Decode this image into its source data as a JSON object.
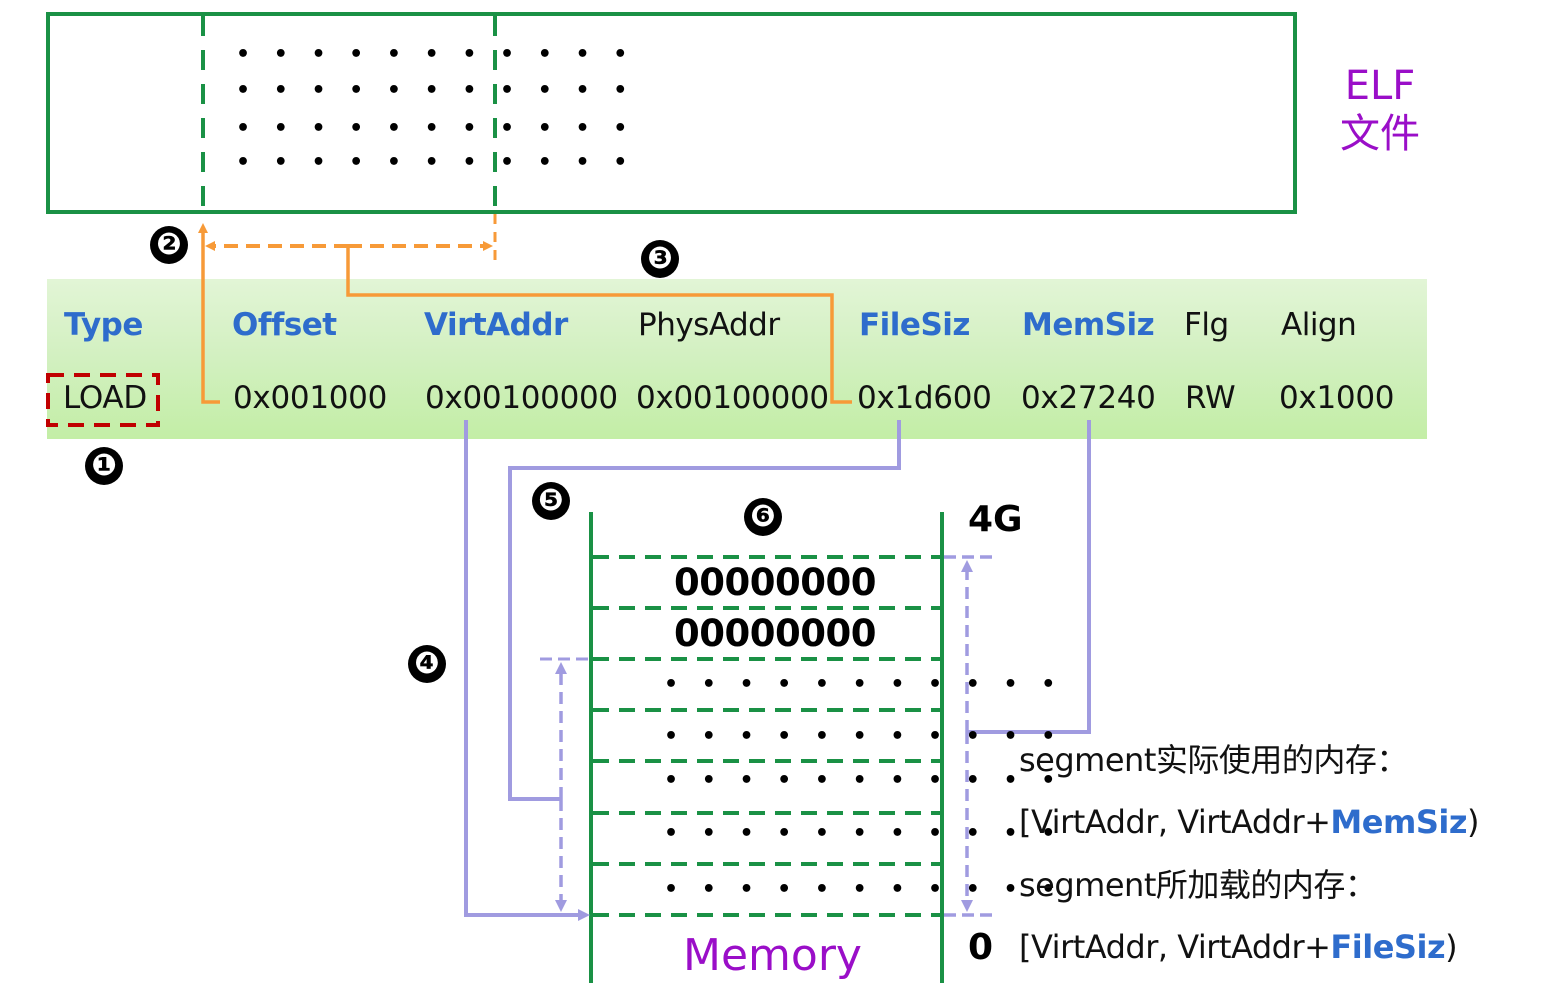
{
  "elf_file": {
    "label_line1": "ELF",
    "label_line2": "文件",
    "dots": "• • • • • • • • • • •"
  },
  "program_header": {
    "columns": [
      {
        "key": "type",
        "label": "Type",
        "highlighted": true
      },
      {
        "key": "offset",
        "label": "Offset",
        "highlighted": true
      },
      {
        "key": "virtaddr",
        "label": "VirtAddr",
        "highlighted": true
      },
      {
        "key": "physaddr",
        "label": "PhysAddr",
        "highlighted": false
      },
      {
        "key": "filesiz",
        "label": "FileSiz",
        "highlighted": true
      },
      {
        "key": "memsiz",
        "label": "MemSiz",
        "highlighted": true
      },
      {
        "key": "flg",
        "label": "Flg",
        "highlighted": false
      },
      {
        "key": "align",
        "label": "Align",
        "highlighted": false
      }
    ],
    "row": {
      "type": "LOAD",
      "offset": "0x001000",
      "virtaddr": "0x00100000",
      "physaddr": "0x00100000",
      "filesiz": "0x1d600",
      "memsiz": "0x27240",
      "flg": "RW",
      "align": "0x1000"
    }
  },
  "steps": [
    "❶",
    "❷",
    "❸",
    "❹",
    "❺",
    "❻"
  ],
  "memory": {
    "title": "Memory",
    "top_label": "4G",
    "bottom_label": "0",
    "zero_fill_rows": [
      "00000000",
      "00000000"
    ],
    "dots": "• • • • • • • • • • •"
  },
  "notes": {
    "used_memory_label": "segment实际使用的内存：",
    "used_memory_prefix": "[VirtAddr, VirtAddr+",
    "used_memory_field": "MemSiz",
    "used_memory_suffix": ")",
    "loaded_memory_label": "segment所加载的内存：",
    "loaded_memory_prefix": "[VirtAddr, VirtAddr+",
    "loaded_memory_field": "FileSiz",
    "loaded_memory_suffix": ")"
  },
  "colors": {
    "green_line": "#1a9145",
    "orange_line": "#f79a38",
    "purple_line": "#a09be0",
    "header_blue": "#2e6ccc",
    "label_purple": "#9a0ec8",
    "load_box_red": "#c00000"
  }
}
